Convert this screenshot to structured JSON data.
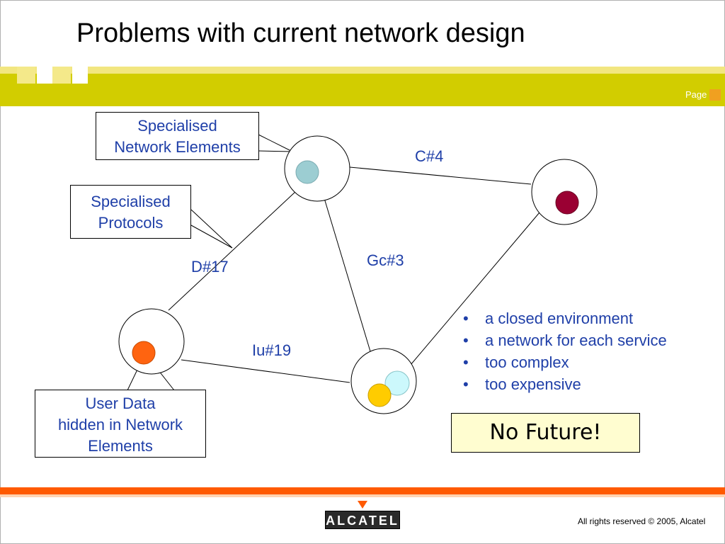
{
  "title": "Problems with current network design",
  "page_label": "Page",
  "callouts": {
    "network_elements": [
      "Specialised",
      "Network Elements"
    ],
    "protocols": [
      "Specialised",
      "Protocols"
    ],
    "user_data": [
      "User Data",
      "hidden in Network",
      "Elements"
    ]
  },
  "links": {
    "c4": "C#4",
    "gc3": "Gc#3",
    "d17": "D#17",
    "iu19": "Iu#19"
  },
  "bullets": [
    "a closed environment",
    "a network for each service",
    "too complex",
    "too expensive"
  ],
  "conclusion": "No Future!",
  "logo": "ALCATEL",
  "copyright": "All rights reserved © 2005, Alcatel",
  "colors": {
    "header_band": "#d2cd00",
    "accent_orange": "#ff5a00",
    "text_blue": "#1f3fa8",
    "node_top_dot": "#9ccdd2",
    "node_right_dot": "#9a0033",
    "node_left_dot": "#ff6410",
    "node_bottom_dot_yellow": "#ffcc00",
    "node_bottom_dot_cyan": "#ccf8fc"
  }
}
